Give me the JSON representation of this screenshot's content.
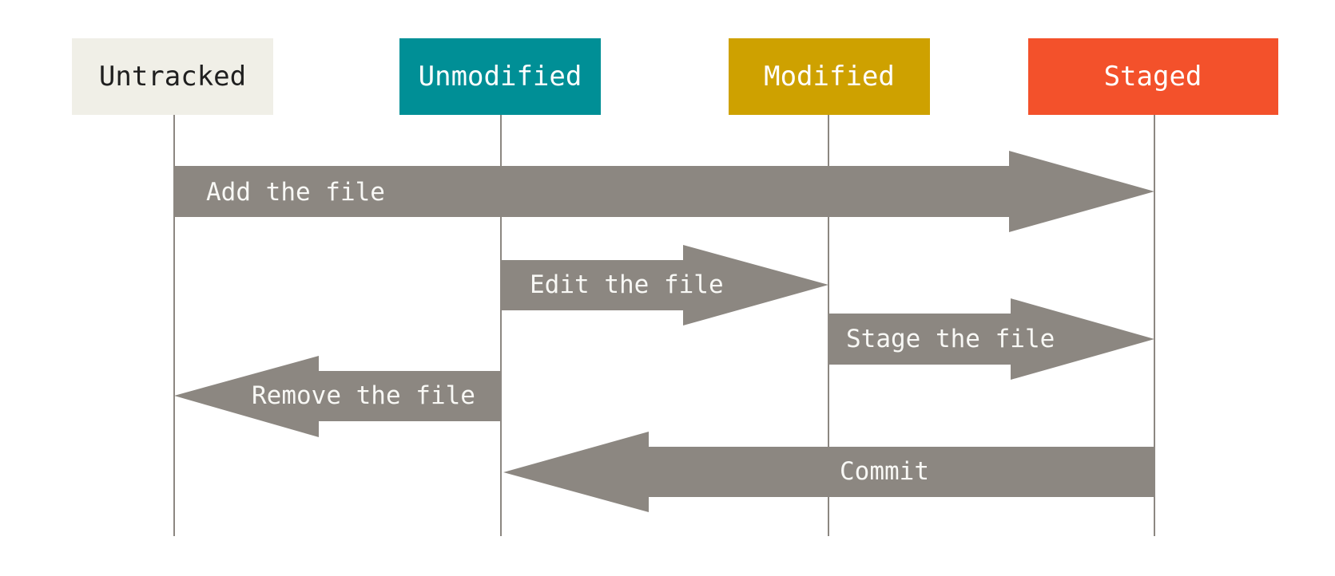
{
  "states": [
    {
      "key": "untracked",
      "label": "Untracked",
      "color": "#f0efe7",
      "text_color": "#1f1f1f"
    },
    {
      "key": "unmodified",
      "label": "Unmodified",
      "color": "#008f96",
      "text_color": "#ffffff"
    },
    {
      "key": "modified",
      "label": "Modified",
      "color": "#cea100",
      "text_color": "#ffffff"
    },
    {
      "key": "staged",
      "label": "Staged",
      "color": "#f3512b",
      "text_color": "#ffffff"
    }
  ],
  "transitions": [
    {
      "label": "Add the file",
      "from": "untracked",
      "to": "staged"
    },
    {
      "label": "Edit the file",
      "from": "unmodified",
      "to": "modified"
    },
    {
      "label": "Stage the file",
      "from": "modified",
      "to": "staged"
    },
    {
      "label": "Remove the file",
      "from": "unmodified",
      "to": "untracked"
    },
    {
      "label": "Commit",
      "from": "staged",
      "to": "unmodified"
    }
  ],
  "colors": {
    "arrow": "#8c8781",
    "lifeline": "#8c8781",
    "arrow_text": "#f8f8f5"
  }
}
